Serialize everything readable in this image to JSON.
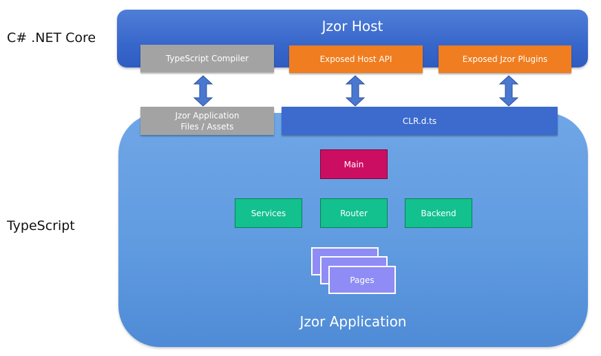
{
  "labels": {
    "csharp": "C# .NET Core",
    "typescript": "TypeScript"
  },
  "host": {
    "title": "Jzor Host",
    "boxes": {
      "compiler": "TypeScript Compiler",
      "host_api": "Exposed Host API",
      "plugins": "Exposed Jzor Plugins"
    }
  },
  "application": {
    "title": "Jzor Application",
    "files_assets_line1": "Jzor Application",
    "files_assets_line2": "Files / Assets",
    "clr": "CLR.d.ts",
    "main": "Main",
    "services": "Services",
    "router": "Router",
    "backend": "Backend",
    "pages": "Pages"
  },
  "colors": {
    "host_blue": "#3867cb",
    "app_blue": "#5f9ae0",
    "gray": "#a3a3a3",
    "orange": "#f07d1f",
    "magenta": "#cc0e62",
    "green": "#12c18e",
    "pages_purple": "#8f8cf5"
  }
}
